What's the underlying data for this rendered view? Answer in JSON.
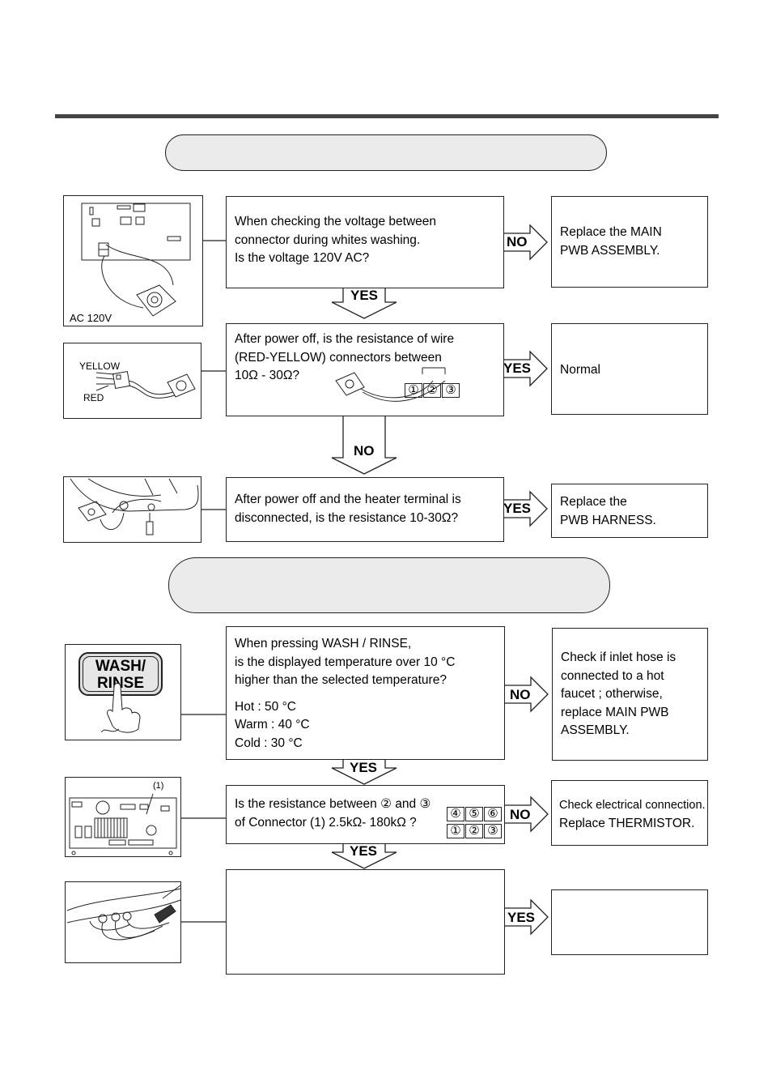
{
  "flow1": {
    "q1": {
      "lines": [
        "When checking the voltage between",
        "connector during whites washing.",
        "Is the  voltage 120V AC?"
      ]
    },
    "q1_no": "NO",
    "a1": {
      "lines": [
        "Replace the MAIN",
        "PWB ASSEMBLY."
      ]
    },
    "q1_yes": "YES",
    "pic1_label": "AC 120V",
    "q2": {
      "lines": [
        "After power off, is the resistance of wire",
        "(RED-YELLOW) connectors between",
        "10Ω - 30Ω?"
      ]
    },
    "q2_yes": "YES",
    "a2": {
      "lines": [
        "Normal"
      ]
    },
    "q2_no": "NO",
    "pic2_yellow": "YELLOW",
    "pic2_red": "RED",
    "q2_pins": [
      "①",
      "②",
      "③"
    ],
    "q3": {
      "lines": [
        "After power off and the heater terminal is",
        "disconnected, is the resistance 10-30Ω?"
      ]
    },
    "q3_yes": "YES",
    "a3": {
      "lines": [
        "Replace the",
        "PWB  HARNESS."
      ]
    }
  },
  "flow2": {
    "q4": {
      "lines": [
        "When pressing WASH / RINSE,",
        "is the displayed temperature over 10 °C",
        "higher than the selected temperature?"
      ],
      "temps": [
        "Hot     : 50 °C",
        "Warm : 40 °C",
        "Cold   : 30 °C"
      ]
    },
    "q4_no": "NO",
    "a4": {
      "lines": [
        "Check if inlet hose is",
        "connected to a hot",
        "faucet ; otherwise,",
        "replace MAIN PWB",
        "ASSEMBLY."
      ]
    },
    "pic4_button": [
      "WASH/",
      "RINSE"
    ],
    "q4_yes": "YES",
    "q5": {
      "lines": [
        "Is the resistance between ② and ③",
        "of  Connector (1) 2.5kΩ- 180kΩ ?"
      ]
    },
    "q5_pins_top": [
      "④",
      "⑤",
      "⑥"
    ],
    "q5_pins_bottom": [
      "①",
      "②",
      "③"
    ],
    "q5_no": "NO",
    "a5": {
      "lines": [
        "Check electrical connection.",
        "Replace THERMISTOR."
      ]
    },
    "pic5_label": "(1)",
    "q5_yes": "YES",
    "q6_yes": "YES"
  }
}
